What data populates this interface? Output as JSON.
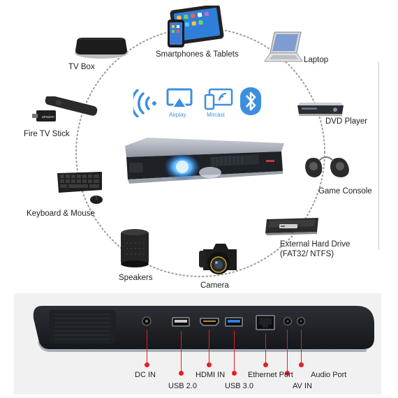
{
  "devices": {
    "smartphones_tablets": "Smartphones & Tablets",
    "tv_box": "TV Box",
    "laptop": "Laptop",
    "fire_tv_stick": "Fire TV Stick",
    "dvd_player": "DVD Player",
    "game_console": "Game Console",
    "keyboard_mouse": "Keyboard & Mouse",
    "external_hard_drive": "External Hard Drive",
    "external_hard_drive_note": "(FAT32/ NTFS)",
    "speakers": "Speakers",
    "camera": "Camera"
  },
  "wireless": {
    "airplay": "Airplay",
    "mircast": "Mircast"
  },
  "ports": {
    "dc_in": "DC IN",
    "usb_2": "USB 2.0",
    "hdmi_in": "HDMI IN",
    "usb_3": "USB 3.0",
    "ethernet": "Ethernet Port",
    "av_in": "AV IN",
    "audio": "Audio Port"
  },
  "colors": {
    "accent_blue": "#3b8fe0",
    "pointer_red": "#e21f26",
    "ring_gray": "#9a9a9a"
  },
  "icons": {
    "wifi": "wifi-icon",
    "airplay": "airplay-icon",
    "mircast": "mircast-icon",
    "bluetooth": "bluetooth-icon"
  }
}
